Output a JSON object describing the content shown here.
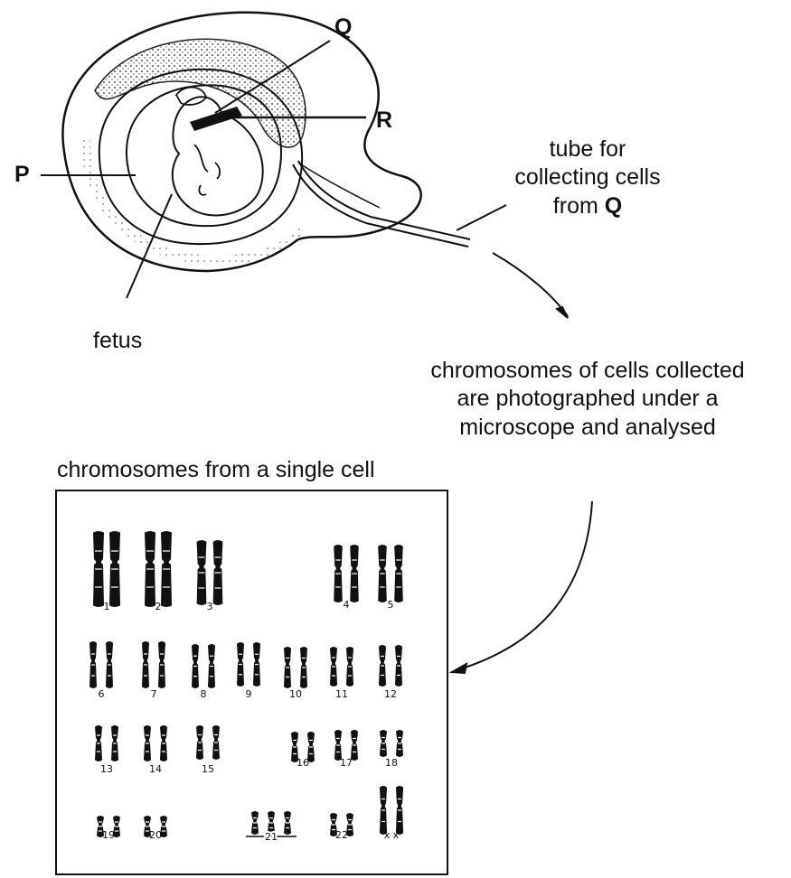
{
  "labels": {
    "P": "P",
    "Q": "Q",
    "R": "R",
    "fetus": "fetus",
    "tube_line1": "tube for",
    "tube_line2": "collecting cells",
    "tube_line3_prefix": "from ",
    "tube_line3_bold": "Q",
    "analysis_line1": "chromosomes of cells collected",
    "analysis_line2": "are photographed under a",
    "analysis_line3": "microscope and analysed",
    "karyotype_title": "chromosomes from a single cell"
  },
  "karyotype": {
    "pairs": [
      {
        "label": "1"
      },
      {
        "label": "2"
      },
      {
        "label": "3"
      },
      {
        "label": "4"
      },
      {
        "label": "5"
      },
      {
        "label": "6"
      },
      {
        "label": "7"
      },
      {
        "label": "8"
      },
      {
        "label": "9"
      },
      {
        "label": "10"
      },
      {
        "label": "11"
      },
      {
        "label": "12"
      },
      {
        "label": "13"
      },
      {
        "label": "14"
      },
      {
        "label": "15"
      },
      {
        "label": "16"
      },
      {
        "label": "17"
      },
      {
        "label": "18"
      },
      {
        "label": "19"
      },
      {
        "label": "20"
      },
      {
        "label": "21"
      },
      {
        "label": "22"
      },
      {
        "label": "x x"
      }
    ]
  }
}
